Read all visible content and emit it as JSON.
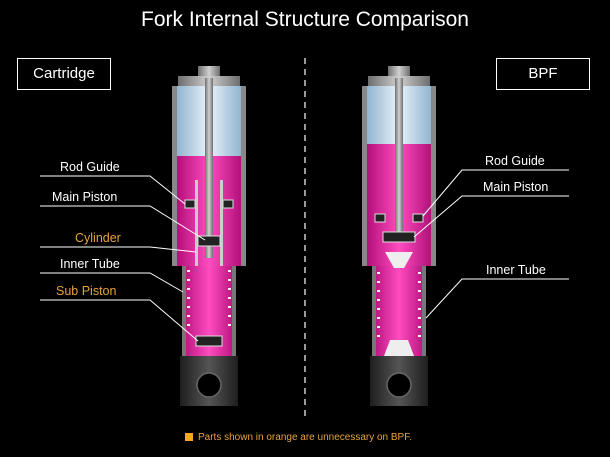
{
  "title": "Fork Internal Structure Comparison",
  "left_panel": {
    "name": "Cartridge",
    "labels": [
      {
        "text": "Rod Guide",
        "color": "white"
      },
      {
        "text": "Main Piston",
        "color": "white"
      },
      {
        "text": "Cylinder",
        "color": "orange"
      },
      {
        "text": "Inner Tube",
        "color": "white"
      },
      {
        "text": "Sub Piston",
        "color": "orange"
      }
    ]
  },
  "right_panel": {
    "name": "BPF",
    "labels": [
      {
        "text": "Rod Guide",
        "color": "white"
      },
      {
        "text": "Main Piston",
        "color": "white"
      },
      {
        "text": "Inner Tube",
        "color": "white"
      }
    ]
  },
  "footnote": "Parts shown in orange are unnecessary on BPF.",
  "colors": {
    "oil": "#e0219a",
    "orange": "#e8a23a",
    "tube_blue": "#b8d4e8",
    "metal": "#9a9a9a"
  }
}
